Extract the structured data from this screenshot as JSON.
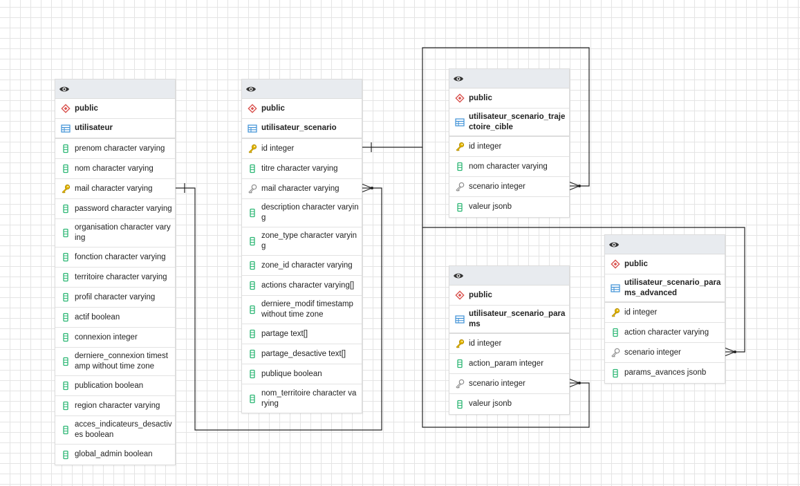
{
  "tables": {
    "utilisateur": {
      "schema": "public",
      "name": "utilisateur",
      "columns": [
        {
          "label": "prenom character varying",
          "kind": "col"
        },
        {
          "label": "nom character varying",
          "kind": "col"
        },
        {
          "label": "mail character varying",
          "kind": "pk"
        },
        {
          "label": "password character varying",
          "kind": "col"
        },
        {
          "label": "organisation character varying",
          "kind": "col"
        },
        {
          "label": "fonction character varying",
          "kind": "col"
        },
        {
          "label": "territoire character varying",
          "kind": "col"
        },
        {
          "label": "profil character varying",
          "kind": "col"
        },
        {
          "label": "actif boolean",
          "kind": "col"
        },
        {
          "label": "connexion integer",
          "kind": "col"
        },
        {
          "label": "derniere_connexion timestamp without time zone",
          "kind": "col"
        },
        {
          "label": "publication boolean",
          "kind": "col"
        },
        {
          "label": "region character varying",
          "kind": "col"
        },
        {
          "label": "acces_indicateurs_desactives boolean",
          "kind": "col"
        },
        {
          "label": "global_admin boolean",
          "kind": "col"
        }
      ]
    },
    "utilisateur_scenario": {
      "schema": "public",
      "name": "utilisateur_scenario",
      "columns": [
        {
          "label": "id integer",
          "kind": "pk"
        },
        {
          "label": "titre character varying",
          "kind": "col"
        },
        {
          "label": "mail character varying",
          "kind": "fk"
        },
        {
          "label": "description character varying",
          "kind": "col"
        },
        {
          "label": "zone_type character varying",
          "kind": "col"
        },
        {
          "label": "zone_id character varying",
          "kind": "col"
        },
        {
          "label": "actions character varying[]",
          "kind": "col"
        },
        {
          "label": "derniere_modif timestamp without time zone",
          "kind": "col"
        },
        {
          "label": "partage text[]",
          "kind": "col"
        },
        {
          "label": "partage_desactive text[]",
          "kind": "col"
        },
        {
          "label": "publique boolean",
          "kind": "col"
        },
        {
          "label": "nom_territoire character varying",
          "kind": "col"
        }
      ]
    },
    "trajectoire": {
      "schema": "public",
      "name": "utilisateur_scenario_trajectoire_cible",
      "columns": [
        {
          "label": "id integer",
          "kind": "pk"
        },
        {
          "label": "nom character varying",
          "kind": "col"
        },
        {
          "label": "scenario integer",
          "kind": "fk"
        },
        {
          "label": "valeur jsonb",
          "kind": "col"
        }
      ]
    },
    "params": {
      "schema": "public",
      "name": "utilisateur_scenario_params",
      "columns": [
        {
          "label": "id integer",
          "kind": "pk"
        },
        {
          "label": "action_param integer",
          "kind": "col"
        },
        {
          "label": "scenario integer",
          "kind": "fk"
        },
        {
          "label": "valeur jsonb",
          "kind": "col"
        }
      ]
    },
    "advanced": {
      "schema": "public",
      "name": "utilisateur_scenario_params_advanced",
      "columns": [
        {
          "label": "id integer",
          "kind": "pk"
        },
        {
          "label": "action character varying",
          "kind": "col"
        },
        {
          "label": "scenario integer",
          "kind": "fk"
        },
        {
          "label": "params_avances jsonb",
          "kind": "col"
        }
      ]
    }
  },
  "colors": {
    "schema_icon": "#d9534f",
    "table_icon": "#3b8fd6",
    "column_icon": "#2bb673",
    "pk_icon": "#e6b800",
    "fk_icon": "#8a8a8a",
    "link": "#222222"
  }
}
